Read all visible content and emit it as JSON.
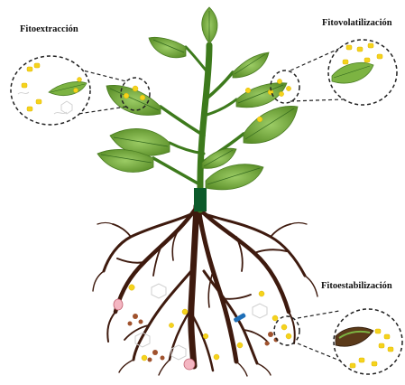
{
  "labels": {
    "extraction": "Fitoextracción",
    "volatilization": "Fitovolatilización",
    "stabilization": "Fitoestabilización"
  },
  "colors": {
    "leaf": "#7cb342",
    "leaf_dark": "#558b2f",
    "leaf_vein": "#33691e",
    "stem": "#3d7a1c",
    "stem_base": "#0c5a2a",
    "root": "#3e1a0e",
    "particle": "#f5d31c",
    "dashed": "#222222"
  },
  "icons": [
    "leaf-icon",
    "root-icon",
    "metal-particle-icon",
    "molecule-icon",
    "seed-icon",
    "microbe-icon"
  ]
}
